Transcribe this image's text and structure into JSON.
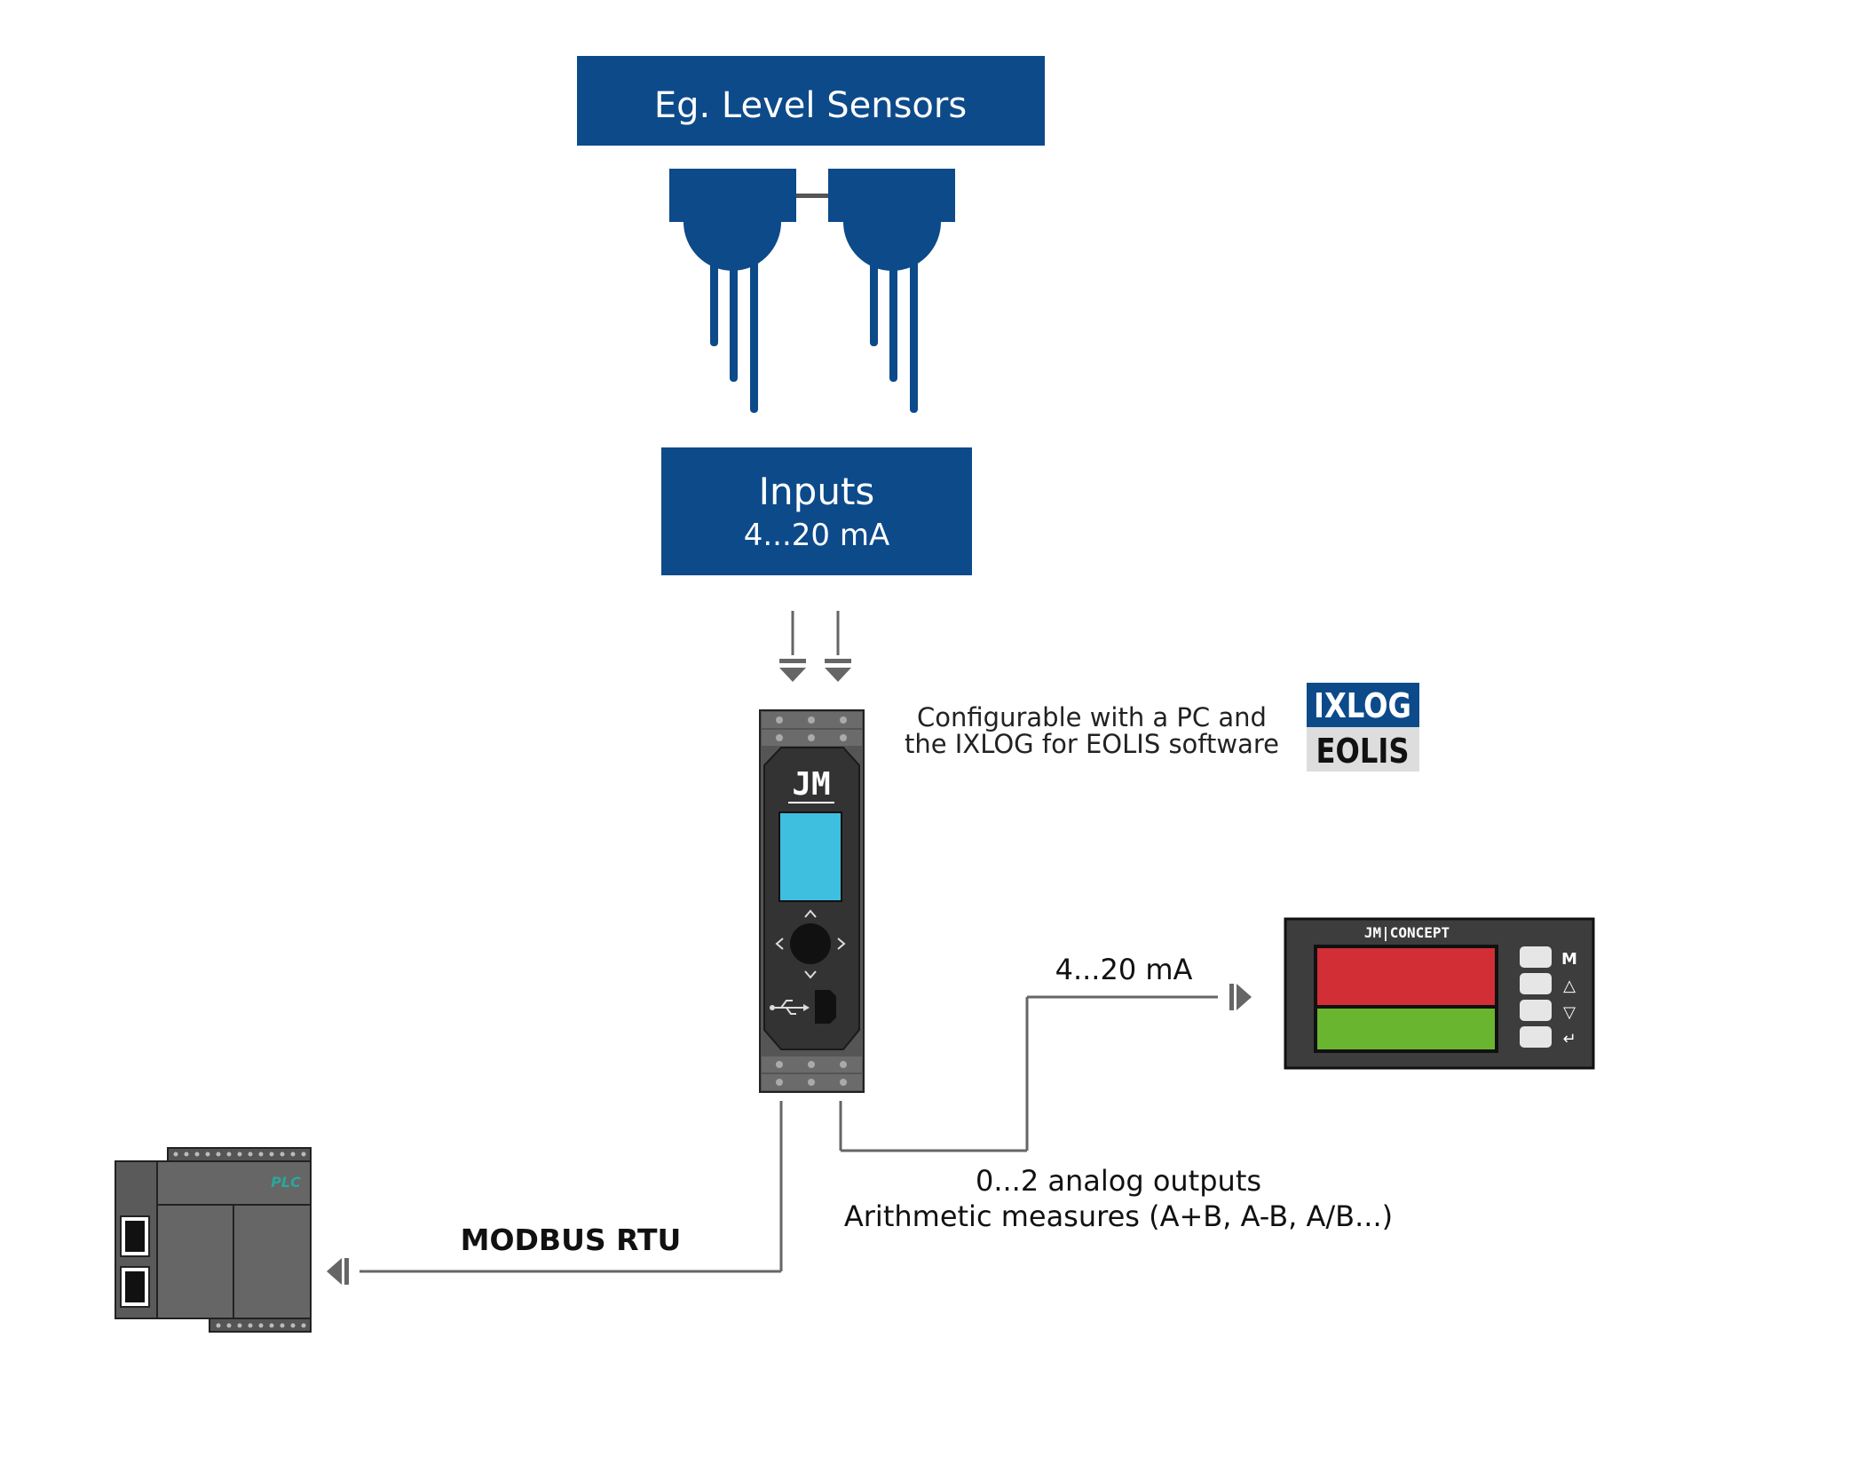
{
  "sensors_label": "Eg. Level Sensors",
  "inputs": {
    "title": "Inputs",
    "signal": "4...20 mA"
  },
  "config_note": {
    "line1": "Configurable with a PC and",
    "line2": "the IXLOG for EOLIS software"
  },
  "software_logo": {
    "top": "IXLOG",
    "bottom": "EOLIS"
  },
  "module": {
    "logo": "JM"
  },
  "display_unit": {
    "brand": "JM|CONCEPT",
    "keys": [
      "M",
      "△",
      "▽",
      "↵"
    ]
  },
  "output_signal": "4...20 mA",
  "outputs": {
    "line1": "0...2 analog outputs",
    "line2": "Arithmetic measures (A+B, A-B, A/B...)"
  },
  "bus": "MODBUS RTU",
  "plc_label": "PLC",
  "colors": {
    "brand_blue": "#0d4a8a",
    "line_gray": "#666666",
    "device_dark": "#3d3d3d",
    "screen_blue": "#3fbfe0",
    "bar_red": "#d22e36",
    "bar_green": "#6ab52f",
    "plc_text": "#2aa79b"
  }
}
